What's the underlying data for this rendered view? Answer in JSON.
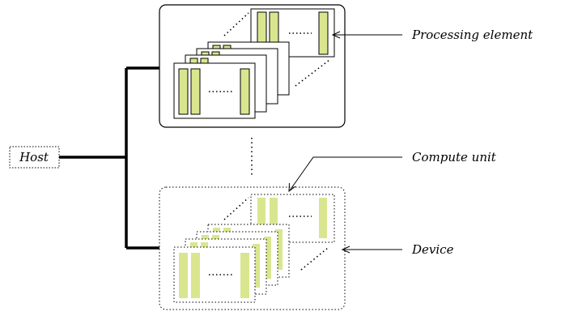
{
  "labels": {
    "host": "Host",
    "processing_element": "Processing element",
    "compute_unit": "Compute unit",
    "device": "Device"
  },
  "colors": {
    "element_fill": "#d9e68f",
    "line": "#000000",
    "background": "#ffffff"
  }
}
